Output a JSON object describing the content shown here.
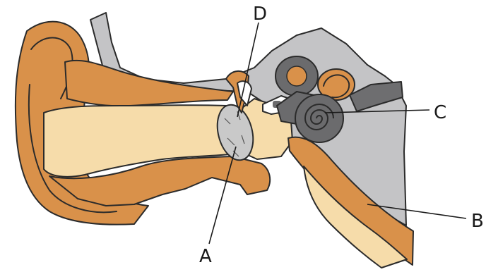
{
  "labels": {
    "a": "A",
    "b": "B",
    "c": "C",
    "d": "D"
  },
  "colors": {
    "skin": "#d9914a",
    "canal": "#f6dcaa",
    "bone": "#c4c4c6",
    "cochlea": "#6b6b6d",
    "eardrum": "#c9c9c9",
    "ossicle": "#ffffff"
  }
}
